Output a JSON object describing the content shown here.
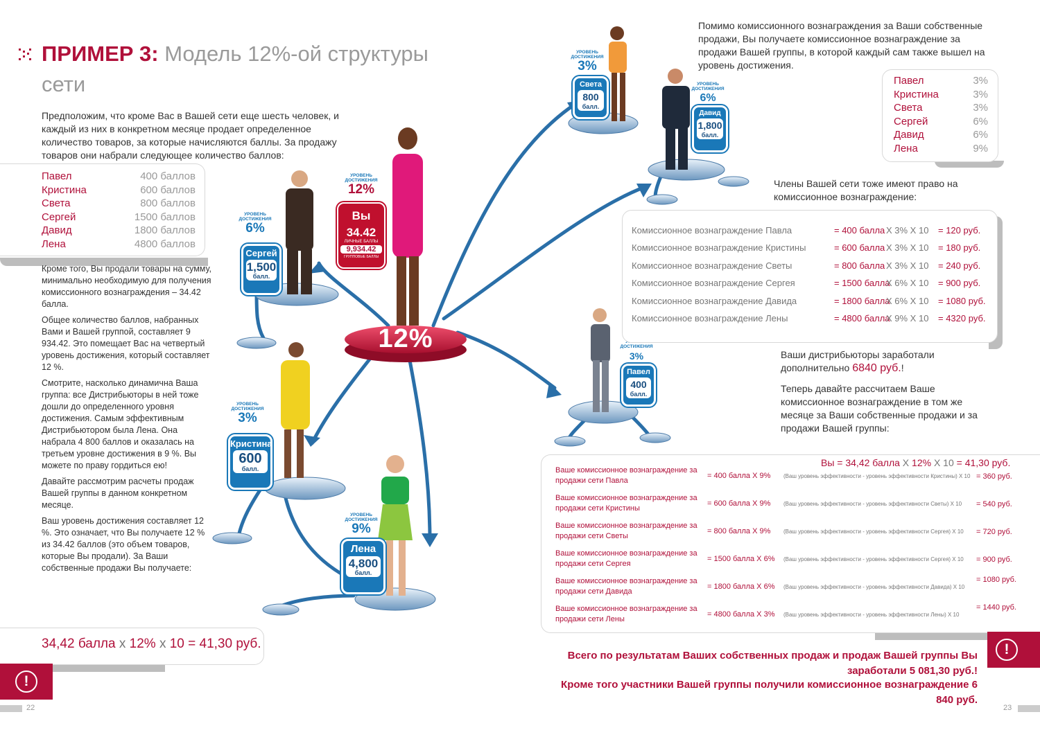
{
  "title": {
    "prefix": "ПРИМЕР 3:",
    "main": "Модель 12%-ой структуры сети"
  },
  "intro": "Предположим, что кроме Вас в Вашей сети еще шесть человек, и каждый из них в конкретном месяце продает определенное количество товаров, за которые начисляются баллы. За продажу товаров они набрали следующее количество баллов:",
  "points_table": [
    {
      "name": "Павел",
      "value": "400 баллов"
    },
    {
      "name": "Кристина",
      "value": "600 баллов"
    },
    {
      "name": "Света",
      "value": "800 баллов"
    },
    {
      "name": "Сергей",
      "value": "1500 баллов"
    },
    {
      "name": "Давид",
      "value": "1800 баллов"
    },
    {
      "name": "Лена",
      "value": "4800 баллов"
    }
  ],
  "left_paragraphs": [
    "Кроме того, Вы продали товары на сумму, минимально необходимую для получения комиссионного вознаграждения – 34.42 балла.",
    "Общее количество баллов, набранных Вами и Вашей группой, составляет 9 934.42. Это помещает Вас на четвертый уровень достижения, который составляет 12 %.",
    "Смотрите, насколько динамична Ваша группа: все Дистрибьюторы в ней тоже дошли до определенного уровня достижения. Самым эффективным Дистрибьютором была Лена. Она набрала 4 800 баллов и оказалась на третьем уровне достижения в 9 %. Вы можете по праву гордиться ею!",
    "Давайте рассмотрим расчеты продаж Вашей группы в данном конкретном месяце.",
    "Ваш уровень достижения составляет 12 %. Это означает, что Вы получаете 12 % из 34.42 баллов (это объем товаров, которые Вы продали). За Ваши собственные продажи Вы получаете:"
  ],
  "own_formula": {
    "a": "34,42 балла",
    "x1": "x",
    "b": "12%",
    "x2": "x",
    "c": "10 = 41,30 руб."
  },
  "page_left": "22",
  "page_right": "23",
  "center_disc": "12%",
  "level_caption": "УРОВЕНЬ ДОСТИЖЕНИЯ",
  "you": {
    "name": "Вы",
    "level": "12%",
    "points": "34.42",
    "points_caption": "ЛИЧНЫЕ БАЛЛЫ",
    "group": "9,934.42",
    "group_caption": "ГРУППОВЫЕ БАЛЛЫ"
  },
  "nodes": [
    {
      "name": "Сергей",
      "level": "6%",
      "points": "1,500",
      "unit": "балл."
    },
    {
      "name": "Кристина",
      "level": "3%",
      "points": "600",
      "unit": "балл."
    },
    {
      "name": "Лена",
      "level": "9%",
      "points": "4,800",
      "unit": "балл."
    },
    {
      "name": "Света",
      "level": "3%",
      "points": "800",
      "unit": "балл."
    },
    {
      "name": "Давид",
      "level": "6%",
      "points": "1,800",
      "unit": "балл."
    },
    {
      "name": "Павел",
      "level": "3%",
      "points": "400",
      "unit": "балл."
    }
  ],
  "right_intro": "Помимо комиссионного вознаграждения за Ваши собственные продажи, Вы получаете комиссионное вознаграждение за продажи Вашей группы, в которой каждый сам также вышел на уровень достижения.",
  "levels_table": [
    {
      "name": "Павел",
      "value": "3%"
    },
    {
      "name": "Кристина",
      "value": "3%"
    },
    {
      "name": "Света",
      "value": "3%"
    },
    {
      "name": "Сергей",
      "value": "6%"
    },
    {
      "name": "Давид",
      "value": "6%"
    },
    {
      "name": "Лена",
      "value": "9%"
    }
  ],
  "members_note": "Члены Вашей сети тоже имеют право на комиссионное вознаграждение:",
  "commissions": [
    {
      "label": "Комиссионное вознаграждение Павла",
      "eq": "= 400 балла",
      "f1": "X 3% X 10",
      "res": "= 120 руб."
    },
    {
      "label": "Комиссионное вознаграждение Кристины",
      "eq": "= 600 балла",
      "f1": "X 3% X 10",
      "res": "= 180 руб."
    },
    {
      "label": "Комиссионное вознаграждение Светы",
      "eq": "= 800 балла",
      "f1": "X 3% X 10",
      "res": "= 240 руб."
    },
    {
      "label": "Комиссионное вознаграждение Сергея",
      "eq": "= 1500 балла",
      "f1": "X 6% X 10",
      "res": "= 900 руб."
    },
    {
      "label": "Комиссионное вознаграждение Давида",
      "eq": "= 1800 балла",
      "f1": "X 6% X 10",
      "res": "= 1080 руб."
    },
    {
      "label": "Комиссионное вознаграждение Лены",
      "eq": "= 4800 балла",
      "f1": "X 9% X 10",
      "res": "= 4320 руб."
    }
  ],
  "distributors_earned": "Ваши дистрибьюторы заработали дополнительно",
  "distributors_sum": "6840 руб.",
  "distributors_end": "!",
  "now_calc": "Теперь давайте рассчитаем Ваше комиссионное вознаграждение в том же месяце за Ваши собственные продажи и за продажи Вашей группы:",
  "you_formula": {
    "name": "Вы",
    "eq": "= 34,42 балла",
    "x": "X",
    "pct": "12%",
    "ten": "X 10",
    "res": "= 41,30 руб."
  },
  "group_rows": [
    {
      "label": "Ваше комиссионное вознаграждение за продажи сети Павла",
      "eq": "= 400 балла X 9%",
      "formula": "(Ваш уровень эффективности - уровень эффективности Кристины) X 10",
      "res": "= 360 руб."
    },
    {
      "label": "Ваше комиссионное вознаграждение за продажи сети Кристины",
      "eq": "= 600 балла X 9%",
      "formula": "(Ваш уровень эффективности - уровень эффективности Светы) X 10",
      "res": "= 540 руб."
    },
    {
      "label": "Ваше комиссионное вознаграждение за продажи сети Светы",
      "eq": "= 800 балла X 9%",
      "formula": "(Ваш уровень эффективности - уровень эффективности Сергея) X 10",
      "res": "= 720 руб."
    },
    {
      "label": "Ваше комиссионное вознаграждение за продажи сети Сергея",
      "eq": "= 1500 балла X 6%",
      "formula": "(Ваш уровень эффективности - уровень эффективности Сергея) X 10",
      "res": "= 900 руб."
    },
    {
      "label": "Ваше комиссионное вознаграждение за продажи сети Давида",
      "eq": "= 1800 балла X 6%",
      "formula": "(Ваш уровень эффективности - уровень эффективности Давида) X 10",
      "res": "= 1080 руб."
    },
    {
      "label": "Ваше комиссионное вознаграждение за продажи сети Лены",
      "eq": "= 4800 балла X 3%",
      "formula": "(Ваш уровень эффективности - уровень эффективности Лены) X 10",
      "res": "= 1440 руб."
    }
  ],
  "total_1": "Всего по результатам Ваших собственных продаж и продаж Вашей группы Вы заработали 5 081,30 руб.!",
  "total_2": "Кроме того участники Вашей группы получили комиссионное вознаграждение 6 840 руб.",
  "colors": {
    "brand": "#b0103a",
    "node_blue": "#1a78b8",
    "arrow": "#2a6fa8"
  },
  "icons": [
    "exclamation-icon",
    "title-ornament-icon"
  ]
}
